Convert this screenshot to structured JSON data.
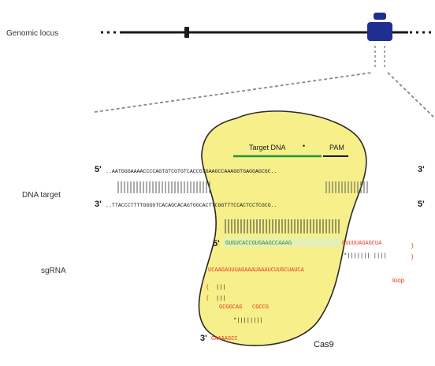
{
  "labels": {
    "genomic_locus": "Genomic locus",
    "target_dna": "Target DNA",
    "pam": "PAM",
    "dna_target": "DNA target",
    "sgrna": "sgRNA",
    "cas9": "Cas9",
    "loop": "loop",
    "five_prime": "5'",
    "three_prime": "3'"
  },
  "sequences": {
    "dna_top": "AATGGGAAAACCCCAGTGTCGTGTCACCGTGAAGCCAAAGGTGAGGAGCGC",
    "dna_bottom": "TTACCCTTTTGGGGTCACAGCACAGTGGCACTTCGGTTTCCACTCCTCGCG",
    "spacer": "GUGUCACCGUGAAGCCAAAG",
    "repeat": "GUUUUAGAGCUA",
    "repeat_pairs": "*||||||| ||||",
    "antirepeat": "UCAAGAUUUAGAAAUAAAUCUUGCUAUCA",
    "stem_a": "GCGGCAG",
    "stem_b": "CGCCG",
    "stem_pairs": "*||||||||",
    "tail": "GAAAAGCC"
  },
  "colors": {
    "cas9_fill": "#f7f08a",
    "cas9_stroke": "#2a2a2a",
    "target_underline": "#1a9a3a",
    "guide_green": "#2f8a3a",
    "rna_red": "#e8321e",
    "locus_box": "#1f2f8f",
    "axis": "#1a1a1a",
    "zoom_dash": "#8a8a8a"
  }
}
